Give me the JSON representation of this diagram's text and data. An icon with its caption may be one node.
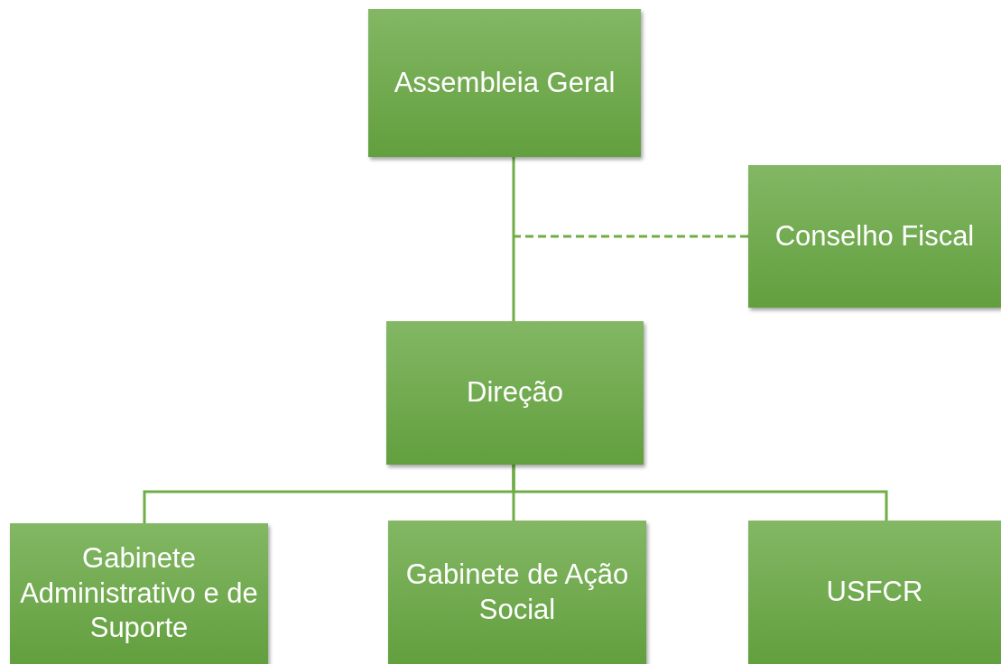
{
  "diagram": {
    "nodes": [
      {
        "text": [
          "Assembleia Geral"
        ]
      },
      {
        "text": [
          "Conselho Fiscal"
        ]
      },
      {
        "text": [
          "Direção"
        ]
      },
      {
        "text": [
          "Gabinete Administrativo e de Suporte"
        ]
      },
      {
        "text": [
          "Gabinete de Ação Social"
        ]
      },
      {
        "text": [
          "USFCR"
        ]
      }
    ],
    "edges": [
      {
        "from": 0,
        "to": 2,
        "arrow": "none"
      },
      {
        "from": 1,
        "to": null,
        "arrow": "none",
        "style": "dashed"
      },
      {
        "from": 2,
        "to": 3,
        "arrow": "none"
      },
      {
        "from": 2,
        "to": 4,
        "arrow": "none"
      },
      {
        "from": 2,
        "to": 5,
        "arrow": "none"
      }
    ]
  }
}
